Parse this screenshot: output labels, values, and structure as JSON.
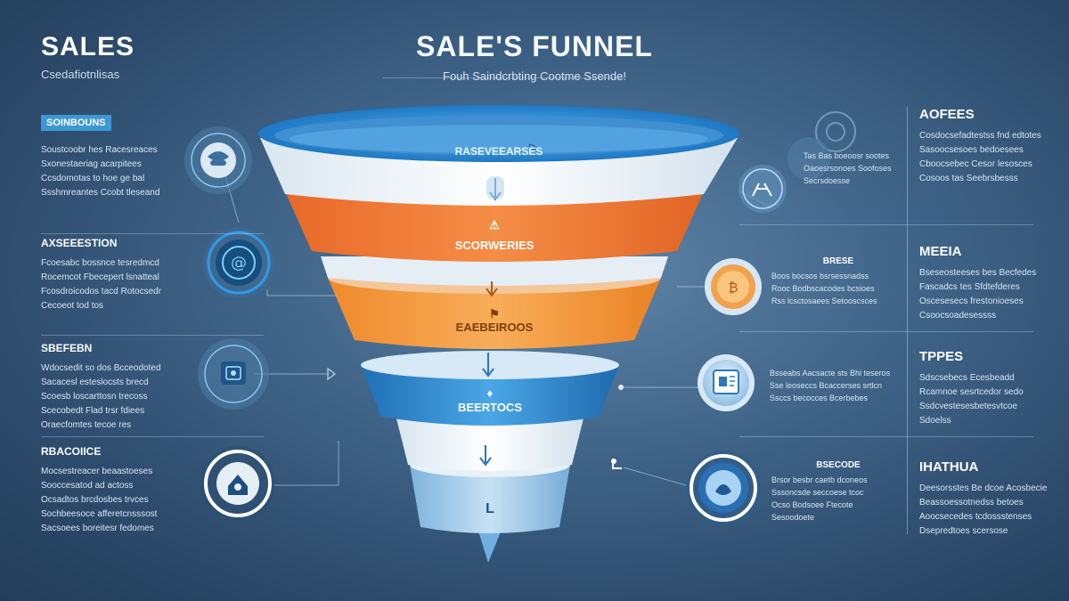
{
  "header": {
    "brand": "SALES",
    "brand_sub": "Csedafiotnlisas",
    "title": "SALE'S FUNNEL",
    "subtitle": "Fouh Saindcrbting Cootme Ssende!"
  },
  "left_sections": [
    {
      "tag": "SOINBOUNS",
      "heading": "",
      "lines": [
        "Soustcoobr hes Racesreaces",
        "Sxonestaeriag acarpitees",
        "Ccsdomotas to hoe ge bal",
        "Ssshmreantes Ccobt tleseand"
      ]
    },
    {
      "tag": "",
      "heading": "AXSEEESTION",
      "lines": [
        "Fcoesabc bossnce tesredmcd",
        "Rocemcot Fbecepert lsnatteal",
        "Fcosdroicodos tacd Rotocsedr",
        "Cecoeot tod tos"
      ]
    },
    {
      "tag": "",
      "heading": "SBEFEBN",
      "lines": [
        "Wdocsedit so dos Bcceodoted",
        "Sacacesl esteslocsts brecd",
        "Scoesb loscarttosn trecoss",
        "Scecobedt Flad trsr fdiees",
        "Oraecfomtes tecoe res"
      ]
    },
    {
      "tag": "",
      "heading": "RBACOIICE",
      "lines": [
        "Mocsestreacer beaastoeses",
        "Sooccesatod ad actoss",
        "Ocsadtos brcdosbes trvces",
        "Sochbeesoce afferetcnsssost",
        "Sacsoees boreitesr fedomes"
      ]
    }
  ],
  "right_sections": [
    {
      "heading": "AOFEES",
      "lines": [
        "Cosdocsefadtestss fnd edtotes",
        "Sasoocsesoes bedoesees",
        "Cboocsebec Cesor lesosces",
        "Cosoos tas Seebrsbesss"
      ]
    },
    {
      "heading": "MEEIA",
      "lines": [
        "Bseseosteeses bes Becfedes",
        "Fascadcs tes Sfdtefderes",
        "Oscesesecs frestonioeses",
        "Csoocsoadesessss"
      ]
    },
    {
      "heading": "TPPES",
      "lines": [
        "Sdscsebecs Ecesbeadd",
        "Rcamnoe sesrtcedor sedo",
        "Ssdcvestesesbetesvtcoe",
        "Sdoelss"
      ]
    },
    {
      "heading": "IHATHUA",
      "lines": [
        "Deesorsstes Be dcoe Acosbecie",
        "Beassoessotnedss betoes",
        "Aoocsecedes tcdossstenses",
        "Dsepredtoes scersose"
      ]
    }
  ],
  "mid_sections": [
    {
      "heading": "",
      "lines": [
        "Tas Bas boeoosr sootes",
        "Oaoesrsonoes Soofoses",
        "Secrsdoesse"
      ]
    },
    {
      "heading": "BRESE",
      "lines": [
        "Boos bocsos bsrsessnadss",
        "Rooc Bodbscacodes bcsioes",
        "Rss lcsctosaees Setooscsces"
      ]
    },
    {
      "heading": "",
      "lines": [
        "Bsseabs Aacsacte sts Bhi teseros",
        "Sse leoseccs Bcaccerses srtlcn",
        "Ssccs becocces Bcerbebes"
      ]
    },
    {
      "heading": "BSECODE",
      "lines": [
        "Brsor besbr caetb dconeos",
        "Sssoncsde seccoese tcoc",
        "Ocso Bodsoee Ftecote",
        "Sesoodoete"
      ]
    }
  ],
  "funnel_stages": [
    {
      "label": "RASEVEEARSES",
      "marker": "⚐"
    },
    {
      "label": "SCORWERIES",
      "marker": "⚠"
    },
    {
      "label": "EAEBEIROOS",
      "marker": "⚑"
    },
    {
      "label": "BEERTOCS",
      "marker": "♦"
    },
    {
      "label": "L",
      "marker": ""
    }
  ],
  "colors": {
    "blue_rim": "#3a9be0",
    "orange": "#f07b35",
    "light_orange": "#f3963d",
    "blue": "#2f87cf",
    "light_blue": "#a4cbe8"
  },
  "icons": [
    "chat-bubble-icon",
    "target-at-icon",
    "lock-screen-icon",
    "house-target-icon",
    "gear-icon",
    "tools-icon",
    "coin-icon",
    "document-chart-icon",
    "heart-shield-icon"
  ]
}
